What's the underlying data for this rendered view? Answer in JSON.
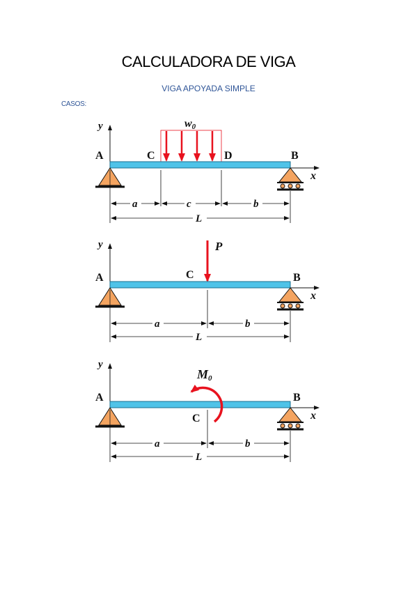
{
  "document": {
    "title": "CALCULADORA DE VIGA",
    "subtitle": "VIGA APOYADA SIMPLE",
    "cases_label": "CASOS:"
  },
  "diagrams": [
    {
      "case": "distributed-load",
      "labels": {
        "y": "y",
        "x": "x",
        "A": "A",
        "B": "B",
        "C": "C",
        "D": "D",
        "load": "w",
        "load_sub": "0",
        "a": "a",
        "c": "c",
        "b": "b",
        "L": "L"
      }
    },
    {
      "case": "point-load",
      "labels": {
        "y": "y",
        "x": "x",
        "A": "A",
        "B": "B",
        "C": "C",
        "load": "P",
        "a": "a",
        "b": "b",
        "L": "L"
      }
    },
    {
      "case": "moment",
      "labels": {
        "y": "y",
        "x": "x",
        "A": "A",
        "B": "B",
        "C": "C",
        "load": "M",
        "load_sub": "0",
        "a": "a",
        "b": "b",
        "L": "L"
      }
    }
  ],
  "colors": {
    "beam": "#4fc3e8",
    "support": "#f4a460",
    "load": "#e8121e",
    "heading": "#2f5597"
  }
}
